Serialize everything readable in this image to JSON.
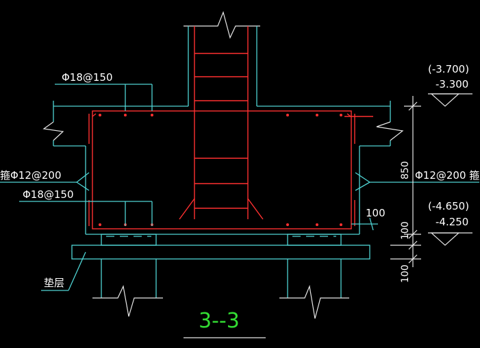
{
  "drawing": {
    "title": "3--3",
    "labels": {
      "top_rebar": "Φ18@150",
      "bottom_rebar": "Φ18@150",
      "left_stirrup": "箍Φ12@200",
      "right_stirrup": "Φ12@200 箍",
      "cushion": "垫层"
    },
    "elevations": {
      "upper_bracket": "(-3.700)",
      "upper": "-3.300",
      "lower_bracket": "(-4.650)",
      "lower": "-4.250"
    },
    "dimensions": {
      "height": "850",
      "cover_side": "100",
      "cushion_upper": "100",
      "cushion_lower": "100"
    }
  },
  "colors": {
    "background": "#000000",
    "concrete_outline": "#4fd4d4",
    "rebar": "#ff3030",
    "dimension": "#e8e8e8",
    "title": "#33dd33"
  }
}
